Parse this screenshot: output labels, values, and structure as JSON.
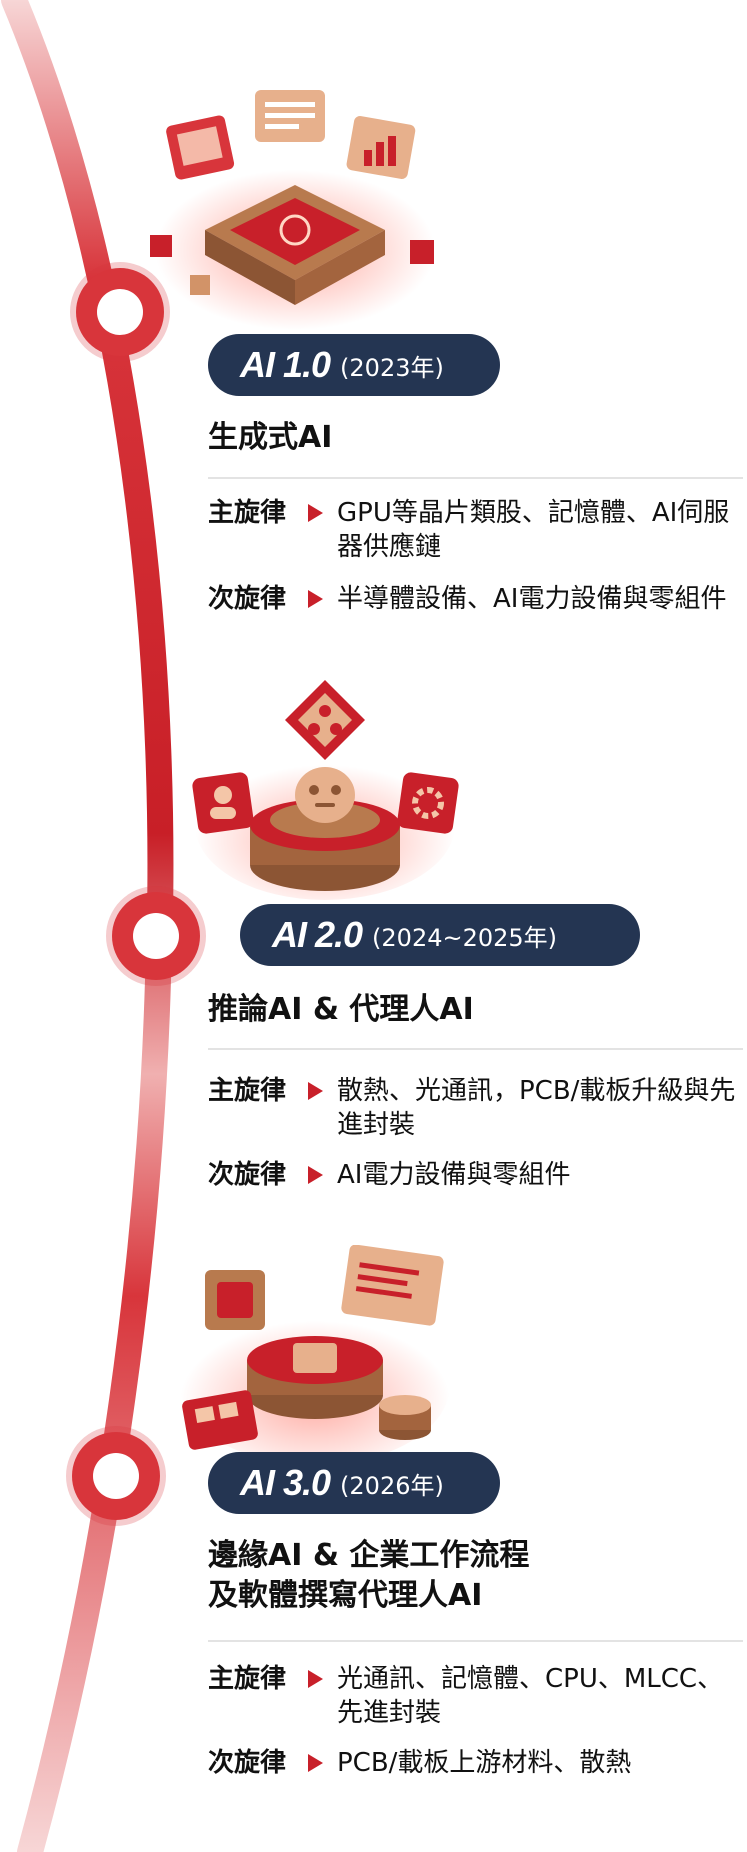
{
  "colors": {
    "accent": "#d8353b",
    "pill_bg": "#243552"
  },
  "sections": [
    {
      "version": "AI 1.0",
      "years": "(2023年)",
      "title": "生成式AI",
      "main_label": "主旋律",
      "main_text": "GPU等晶片類股、記憶體、AI伺服器供應鏈",
      "sub_label": "次旋律",
      "sub_text": "半導體設備、AI電力設備與零組件",
      "icon": "ai-chip-icon"
    },
    {
      "version": "AI 2.0",
      "years": "(2024~2025年)",
      "title": "推論AI & 代理人AI",
      "main_label": "主旋律",
      "main_text": "散熱、光通訊，PCB/載板升級與先進封裝",
      "sub_label": "次旋律",
      "sub_text": "AI電力設備與零組件",
      "icon": "ai-robot-icon"
    },
    {
      "version": "AI 3.0",
      "years": "(2026年)",
      "title": "邊緣AI & 企業工作流程\n及軟體撰寫代理人AI",
      "main_label": "主旋律",
      "main_text": "光通訊、記憶體、CPU、MLCC、先進封裝",
      "sub_label": "次旋律",
      "sub_text": "PCB/載板上游材料、散熱",
      "icon": "edge-ai-icon"
    }
  ]
}
